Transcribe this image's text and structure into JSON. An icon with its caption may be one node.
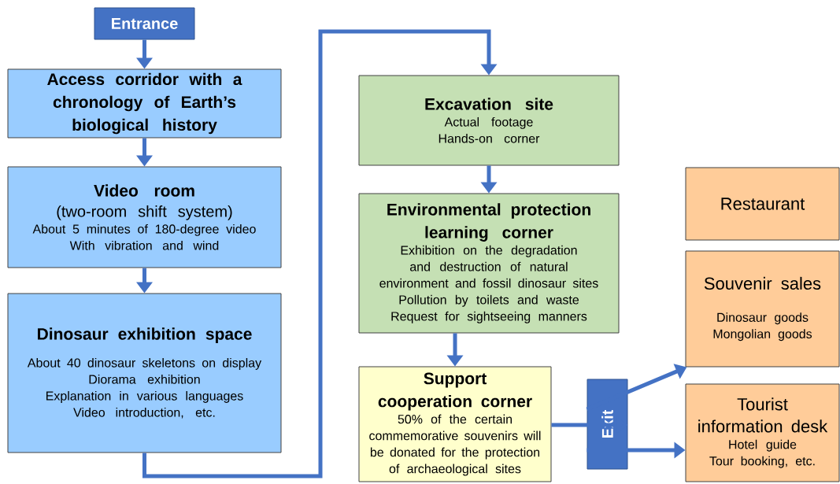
{
  "diagram": {
    "nodes": [
      {
        "text": [
          "Entrance"
        ]
      },
      {
        "text": [
          "Access corridor with a chronology of Earth’s biological history"
        ]
      },
      {
        "text": [
          "Video room",
          "(two-room shift system)",
          "About 5 minutes of 180-degree video",
          "With vibration and wind"
        ]
      },
      {
        "text": [
          "Dinosaur exhibition space",
          "About 40 dinosaur skeletons on display",
          "Diorama exhibition",
          "Explanation in various languages",
          "Video introduction, etc."
        ]
      },
      {
        "text": [
          "Excavation site",
          "Actual footage",
          "Hands-on corner"
        ]
      },
      {
        "text": [
          "Environmental protection learning corner",
          "Exhibition on the degradation and destruction of natural environment and fossil dinosaur sites",
          "Pollution by toilets and waste",
          "Request for sightseeing manners"
        ]
      },
      {
        "text": [
          "Support cooperation corner",
          "50% of the certain commemorative souvenirs will be donated for the protection of archaeological sites"
        ]
      },
      {
        "text": [
          "Exit"
        ]
      },
      {
        "text": [
          "Restaurant"
        ]
      },
      {
        "text": [
          "Souvenir sales",
          "Dinosaur goods",
          "Mongolian goods"
        ]
      },
      {
        "text": [
          "Tourist information desk",
          "Hotel guide",
          "Tour booking, etc."
        ]
      }
    ],
    "edges": [
      {
        "from": 0,
        "to": 1,
        "arrow": "to"
      },
      {
        "from": 1,
        "to": 2,
        "arrow": "to"
      },
      {
        "from": 2,
        "to": 3,
        "arrow": "to"
      },
      {
        "from": 3,
        "to": 4,
        "arrow": "to"
      },
      {
        "from": 4,
        "to": 5,
        "arrow": "to"
      },
      {
        "from": 5,
        "to": 6,
        "arrow": "to"
      },
      {
        "from": 6,
        "to": 7,
        "arrow": "to"
      },
      {
        "from": 7,
        "to": 9,
        "arrow": "to"
      },
      {
        "from": 7,
        "to": 10,
        "arrow": "to"
      }
    ]
  }
}
